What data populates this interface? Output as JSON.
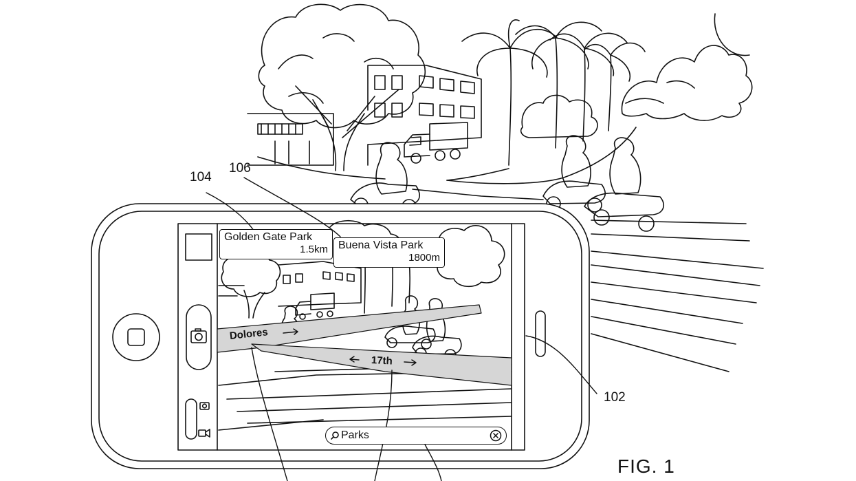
{
  "figure": {
    "label": "FIG. 1",
    "reference_numerals": {
      "overlay_a": "104",
      "overlay_b": "106",
      "device": "102"
    }
  },
  "screen": {
    "annotations": [
      {
        "name": "Golden Gate Park",
        "distance": "1.5km"
      },
      {
        "name": "Buena Vista Park",
        "distance": "1800m"
      }
    ],
    "streets": {
      "first": "Dolores",
      "second": "17th"
    },
    "search": {
      "value": "Parks"
    },
    "icons": {
      "camera": "camera-icon",
      "still_mode": "camera-mode-icon",
      "video_mode": "video-mode-icon",
      "search": "search-icon",
      "clear": "clear-icon",
      "home": "home-button-icon"
    }
  }
}
